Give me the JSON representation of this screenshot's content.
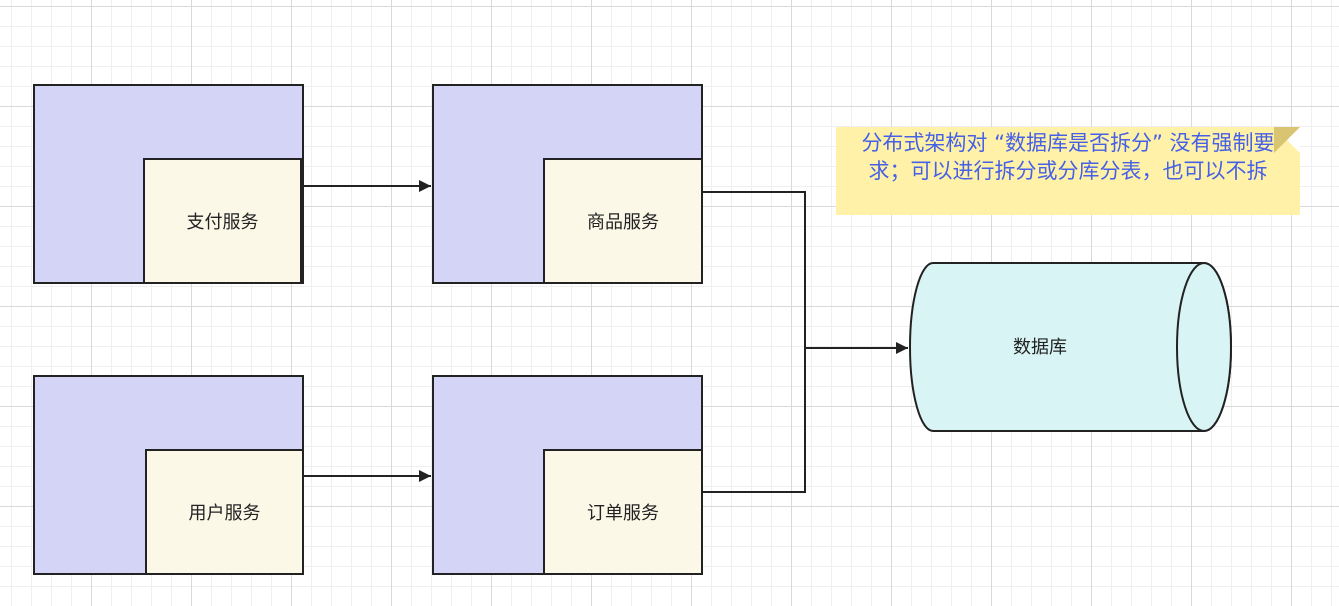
{
  "services": [
    {
      "id": "payment",
      "label": "支付服务"
    },
    {
      "id": "product",
      "label": "商品服务"
    },
    {
      "id": "user",
      "label": "用户服务"
    },
    {
      "id": "order",
      "label": "订单服务"
    }
  ],
  "database": {
    "label": "数据库"
  },
  "note": {
    "text": "分布式架构对 “数据库是否拆分” 没有强制要求；可以进行拆分或分库分表，也可以不拆"
  },
  "colors": {
    "outer_fill": "#d3d4f6",
    "inner_fill": "#fbf8e8",
    "db_fill": "#d9f4f4",
    "note_fill": "#fff2a8",
    "note_text": "#4660e6",
    "stroke": "#222222"
  },
  "icons": {
    "arrowhead": "filled-triangle-arrow"
  }
}
